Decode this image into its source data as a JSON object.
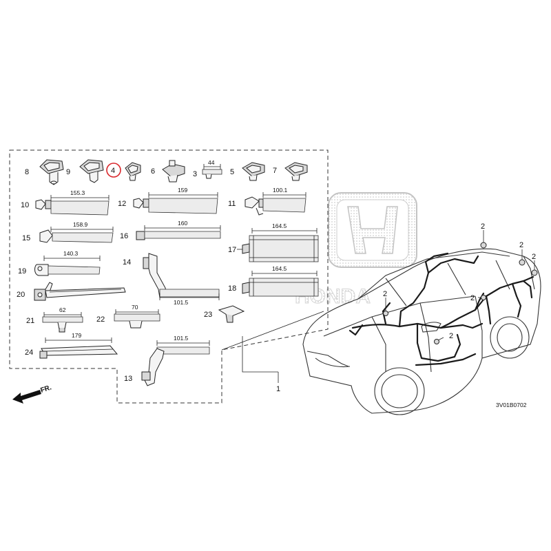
{
  "callouts": {
    "c8": "8",
    "c9": "9",
    "c4": "4",
    "c6": "6",
    "c3": "3",
    "c5": "5",
    "c7": "7",
    "c10": "10",
    "c12": "12",
    "c11": "11",
    "c15": "15",
    "c16": "16",
    "c17": "17",
    "c19": "19",
    "c14": "14",
    "c18": "18",
    "c20": "20",
    "c23": "23",
    "c21": "21",
    "c22": "22",
    "c24": "24",
    "c13": "13",
    "c1": "1",
    "c2a": "2",
    "c2b": "2",
    "c2c": "2",
    "c2d": "2",
    "c2e": "2",
    "c2f": "2"
  },
  "dimensions": {
    "d3": "44",
    "d10": "155.3",
    "d12": "159",
    "d11": "100.1",
    "d15": "158.9",
    "d16": "160",
    "d17": "164.5",
    "d19": "140.3",
    "d18": "164.5",
    "d14": "101.5",
    "d21": "62",
    "d22": "70",
    "d24": "179",
    "d13": "101.5"
  },
  "highlight": {
    "circled_part": "4",
    "circle_color": "#d9262b"
  },
  "direction_label": "FR.",
  "drawing_code": "3V01B0702",
  "watermark_text": "HONDA",
  "colors": {
    "line": "#222222",
    "watermark": "#bdbdbd"
  }
}
